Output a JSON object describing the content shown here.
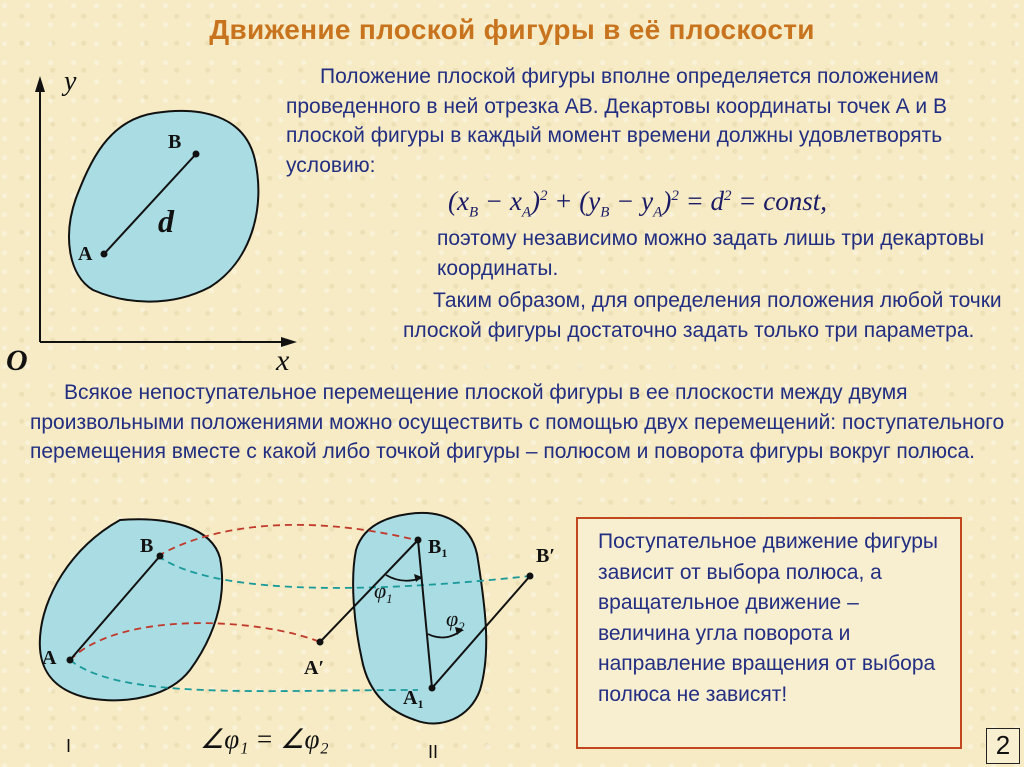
{
  "title": "Движение плоской фигуры в её плоскости",
  "paragraphs": {
    "p1": "Положение плоской фигуры вполне определяется положением проведенного в ней отрезка АВ. Декартовы координаты точек А и В плоской фигуры в каждый момент времени должны удовлетворять условию:",
    "p2": "поэтому независимо можно задать лишь три декартовы координаты.",
    "p3": "Таким образом, для определения положения любой точки плоской фигуры достаточно задать только три параметра.",
    "p4": "Всякое непоступательное перемещение плоской фигуры в ее плоскости между двумя произвольными положениями можно осуществить с помощью двух перемещений: поступательного перемещения  вместе с какой либо точкой фигуры – полюсом и поворота фигуры вокруг полюса."
  },
  "formula": {
    "open1": "(x",
    "sB": "B",
    "minus1": " − x",
    "sA": "A",
    "close1": ")",
    "exp1": "2",
    "plus": " + (y",
    "sB2": "B",
    "minus2": " − y",
    "sA2": "A",
    "close2": ")",
    "exp2": "2",
    "eq1": " = d",
    "exp3": "2",
    "eq2": " = const,"
  },
  "diagram1": {
    "axis_y": "y",
    "axis_x": "x",
    "origin": "O",
    "point_a": "A",
    "point_b": "B",
    "segment": "d"
  },
  "diagram2": {
    "a": "A",
    "b": "B",
    "a1": "A",
    "a1_sub": "1",
    "b1": "B",
    "b1_sub": "1",
    "a_prime": "A′",
    "b_prime": "B′",
    "phi1": "φ",
    "phi1_sub": "1",
    "phi2": "φ",
    "phi2_sub": "2",
    "roman1": "I",
    "roman2": "II",
    "equality": "∠φ₁ = ∠φ₂"
  },
  "box_text": "Поступательное движение фигуры зависит от выбора полюса, а вращательное движение – величина угла поворота и направление вращения от выбора полюса не зависят!",
  "page_number": "2",
  "colors": {
    "title": "#c8741f",
    "text": "#222e82",
    "shape_fill": "#a9dce3",
    "box_border": "#c2461e",
    "dashed_red": "#c0392b",
    "dashed_teal": "#1a9a9a"
  }
}
